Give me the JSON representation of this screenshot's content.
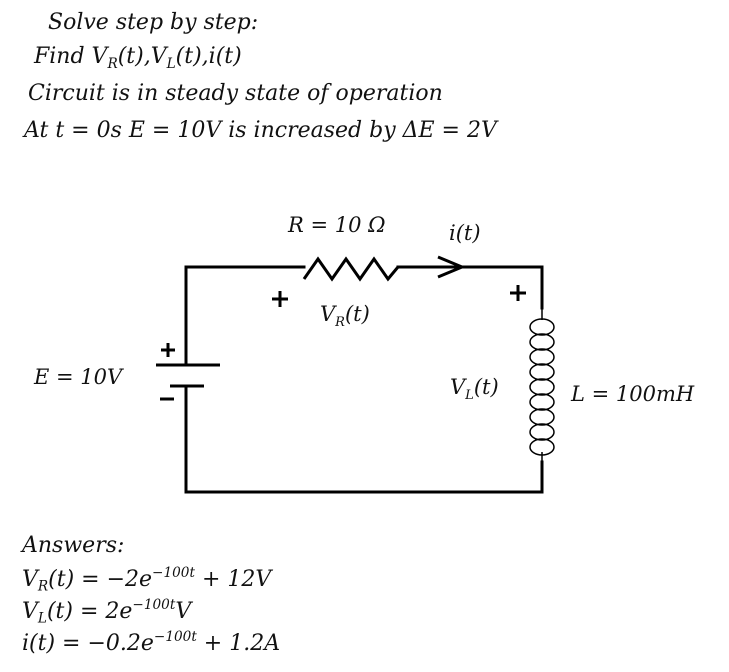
{
  "problem": {
    "line1": "Solve step by step:",
    "line2_prefix": "Find ",
    "line2_parts": [
      "V",
      "R",
      "(t),",
      "V",
      "L",
      "(t),",
      "i(t)"
    ],
    "line3": "Circuit is in steady state of operation",
    "line4": "At t = 0s E = 10V is increased by ΔE = 2V"
  },
  "circuit": {
    "resistor_label": "R = 10 Ω",
    "current_label": "i(t)",
    "vr_label_main": "V",
    "vr_label_sub": "R",
    "vr_label_tail": "(t)",
    "source_label": "E = 10V",
    "vl_label_main": "V",
    "vl_label_sub": "L",
    "vl_label_tail": "(t)",
    "inductor_label": "L = 100mH",
    "plus_symbol": "+",
    "minus_symbol": "-"
  },
  "answers": {
    "heading": "Answers:",
    "vr": {
      "lhs": "V",
      "sub": "R",
      "mid": "(t) = −2e",
      "exp": "−100t",
      "tail": " + 12V"
    },
    "vl": {
      "lhs": "V",
      "sub": "L",
      "mid": "(t) = 2e",
      "exp": "−100t",
      "tail": "V"
    },
    "i": {
      "lhs": "i(t) = −0.2e",
      "exp": "−100t",
      "tail": " + 1.2A"
    }
  }
}
